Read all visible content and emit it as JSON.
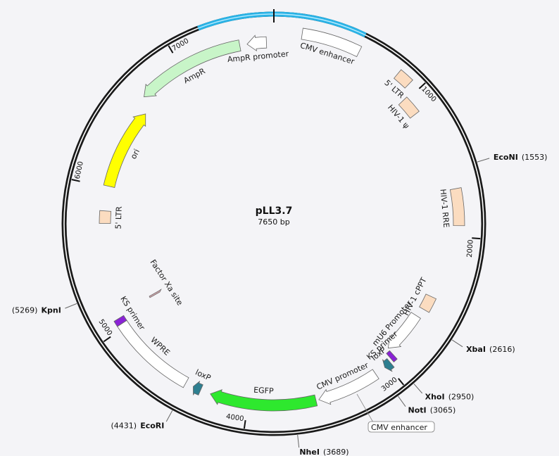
{
  "plasmid": {
    "name": "pLL3.7",
    "size_label": "7650 bp",
    "length": 7650
  },
  "colors": {
    "backbone": "#1a1a1a",
    "highlight": "#2ab3e6",
    "site_line": "#666666"
  },
  "ticks": [
    {
      "bp": 1000,
      "label": "1000"
    },
    {
      "bp": 2000,
      "label": "2000"
    },
    {
      "bp": 3000,
      "label": "3000"
    },
    {
      "bp": 4000,
      "label": "4000"
    },
    {
      "bp": 5000,
      "label": "5000"
    },
    {
      "bp": 6000,
      "label": "6000"
    },
    {
      "bp": 7000,
      "label": "7000"
    }
  ],
  "highlight_region": {
    "start": 7200,
    "end": 550
  },
  "features": [
    {
      "id": "cmv-enhancer",
      "label": "CMV enhancer",
      "start": 180,
      "end": 560,
      "dir": 0,
      "fill": "#ffffff",
      "ring": 25
    },
    {
      "id": "ltr-5-top",
      "label": "5' LTR",
      "start": 840,
      "end": 935,
      "dir": 0,
      "fill": "#fbdcc0",
      "ring": 22
    },
    {
      "id": "hiv1-psi",
      "label": "HIV-1 ψ",
      "start": 985,
      "end": 1110,
      "dir": 0,
      "fill": "#fbdcc0",
      "ring": 45
    },
    {
      "id": "hiv1-rre",
      "label": "HIV-1 RRE",
      "start": 1680,
      "end": 1925,
      "dir": 0,
      "fill": "#fbdcc0",
      "ring": 35
    },
    {
      "id": "hiv1-cppt",
      "label": "HIV-1 cPPT",
      "start": 2440,
      "end": 2545,
      "dir": 0,
      "fill": "#fbdcc0",
      "ring": 52
    },
    {
      "id": "mu6-promoter",
      "label": "mU6 Promoter",
      "start": 2610,
      "end": 2920,
      "dir": 1,
      "fill": "#ffffff",
      "ring": 58
    },
    {
      "id": "ks-primer-1",
      "label": "KS primer",
      "start": 2925,
      "end": 2955,
      "dir": 0,
      "fill": "#8a22d6",
      "ring": 46
    },
    {
      "id": "loxp-1",
      "label": "loxP",
      "start": 2975,
      "end": 3025,
      "dir": 1,
      "fill": "#2e7f90",
      "ring": 40
    },
    {
      "id": "cmv-promoter",
      "label": "CMV promoter",
      "start": 3100,
      "end": 3520,
      "dir": 1,
      "fill": "#ffffff",
      "ring": 40
    },
    {
      "id": "egfp",
      "label": "EGFP",
      "start": 3540,
      "end": 4260,
      "dir": 1,
      "fill": "#2ee82e",
      "ring": 40
    },
    {
      "id": "loxp-2",
      "label": "loxP",
      "start": 4330,
      "end": 4385,
      "dir": 1,
      "fill": "#2e7f90",
      "ring": 40
    },
    {
      "id": "wpre",
      "label": "WPRE",
      "start": 4440,
      "end": 5030,
      "dir": 0,
      "fill": "#ffffff",
      "ring": 40
    },
    {
      "id": "ks-primer-2",
      "label": "KS primer",
      "start": 5030,
      "end": 5070,
      "dir": 0,
      "fill": "#8a22d6",
      "ring": 40
    },
    {
      "id": "ltr-5-left",
      "label": "5' LTR",
      "start": 5740,
      "end": 5830,
      "dir": 0,
      "fill": "#fbdcc0",
      "ring": 58
    },
    {
      "id": "ori",
      "label": "ori",
      "start": 6010,
      "end": 6600,
      "dir": 1,
      "fill": "#ffff00",
      "ring": 58
    },
    {
      "id": "ampr",
      "label": "AmpR",
      "start": 6680,
      "end": 7420,
      "dir": -1,
      "fill": "#c8f5c8",
      "ring": 40
    },
    {
      "id": "ampr-promoter",
      "label": "AmpR promoter",
      "start": 7470,
      "end": 7600,
      "dir": -1,
      "fill": "#ffffff",
      "ring": 40
    }
  ],
  "sites": [
    {
      "name": "EcoNI",
      "pos": "(1553)",
      "bp": 1553
    },
    {
      "name": "XbaI",
      "pos": "(2616)",
      "bp": 2616
    },
    {
      "name": "XhoI",
      "pos": "(2950)",
      "bp": 2950
    },
    {
      "name": "NotI",
      "pos": "(3065)",
      "bp": 3065
    },
    {
      "name": "NheI",
      "pos": "(3689)",
      "bp": 3689
    },
    {
      "name": "EcoRI",
      "pos": "(4431)",
      "bp": 4431
    },
    {
      "name": "KpnI",
      "pos": "(5269)",
      "bp": 5269
    }
  ],
  "floating_features": [
    {
      "id": "factor-xa-site",
      "label": "Factor Xa site"
    },
    {
      "id": "cmv-enhancer-boxed",
      "label": "CMV enhancer"
    }
  ]
}
